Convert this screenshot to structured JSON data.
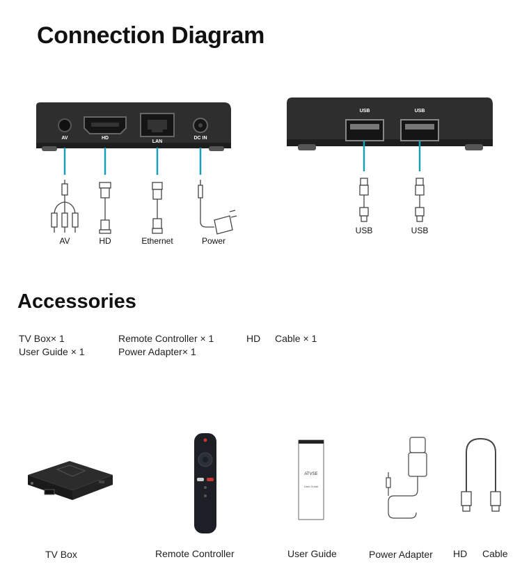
{
  "headings": {
    "connection": "Connection Diagram",
    "accessories": "Accessories"
  },
  "ports_left": [
    "AV",
    "HD",
    "LAN",
    "DC IN"
  ],
  "ports_right": [
    "USB",
    "USB"
  ],
  "cables_left": [
    "AV",
    "HD",
    "Ethernet",
    "Power"
  ],
  "cables_right": [
    "USB",
    "USB"
  ],
  "accessories_list": {
    "row1": [
      "TV Box× 1",
      "Remote Controller × 1",
      "HD",
      "Cable × 1"
    ],
    "row2": [
      "User Guide × 1",
      "Power Adapter× 1"
    ]
  },
  "products": [
    "TV Box",
    "Remote Controller",
    "User Guide",
    "Power Adapter",
    "HD",
    "Cable"
  ],
  "guide_brand": "ATVSE",
  "guide_subtitle": "User Guide",
  "colors": {
    "connector_line": "#1a9fb8",
    "device": "#2b2b2b"
  }
}
